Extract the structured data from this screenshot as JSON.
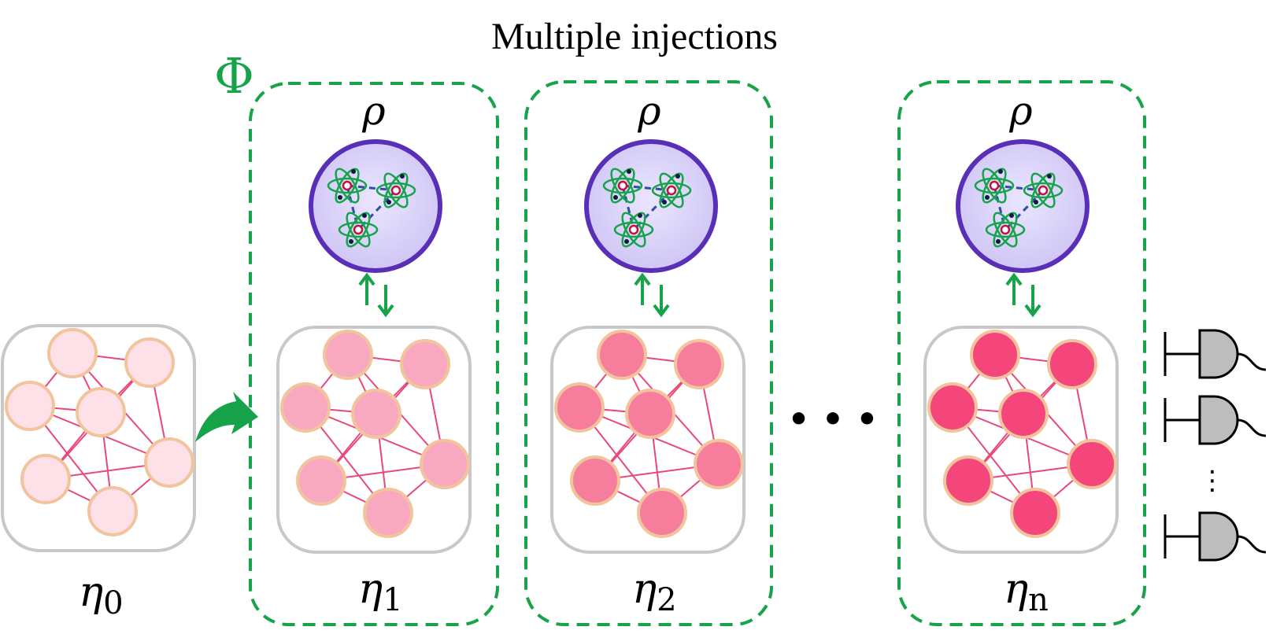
{
  "title": "Multiple injections",
  "channel_label": "Φ",
  "dots_label": "• • •",
  "vertical_dots_label": "⋮",
  "stages": [
    {
      "rho_label": "ρ",
      "eta_base": "η",
      "eta_sub": "1",
      "node_color": "#f9a9bf"
    },
    {
      "rho_label": "ρ",
      "eta_base": "η",
      "eta_sub": "2",
      "node_color": "#f77d9c"
    },
    {
      "rho_label": "ρ",
      "eta_base": "η",
      "eta_sub": "n",
      "node_color": "#f4467a"
    }
  ],
  "initial": {
    "eta_base": "η",
    "eta_sub": "0",
    "node_color": "#fde0e8"
  },
  "colors": {
    "dashed_box": "#17a34a",
    "arrow_green": "#17a34a",
    "sphere_fill": "#dcd6f9",
    "sphere_stroke": "#5a2fb8",
    "edge": "#e8487a",
    "node_rim": "#f2c49e",
    "reservoir_border": "#c8c8c8",
    "detector_fill": "#bdbdbd"
  }
}
